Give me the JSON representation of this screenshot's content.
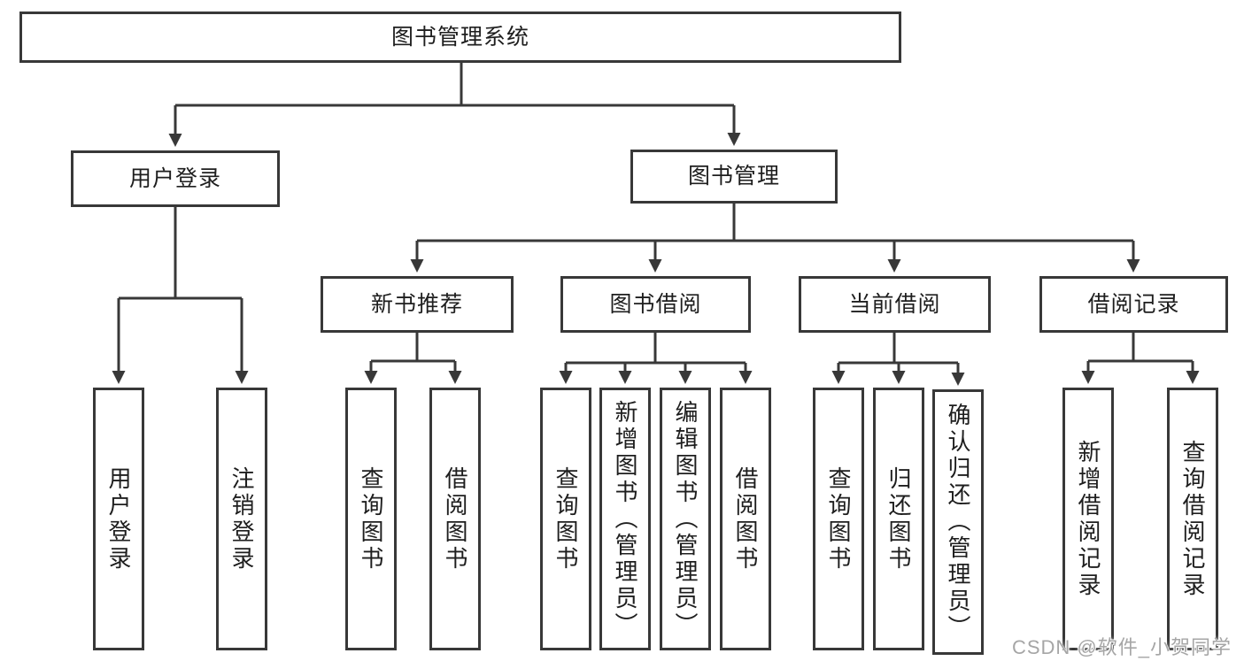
{
  "tree": {
    "root": {
      "label": "图书管理系统",
      "children": [
        {
          "label": "用户登录",
          "children": [
            {
              "label": "用户登录"
            },
            {
              "label": "注销登录"
            }
          ]
        },
        {
          "label": "图书管理",
          "children": [
            {
              "label": "新书推荐",
              "children": [
                {
                  "label": "查询图书"
                },
                {
                  "label": "借阅图书"
                }
              ]
            },
            {
              "label": "图书借阅",
              "children": [
                {
                  "label": "查询图书"
                },
                {
                  "label": "新增图书（管理员）"
                },
                {
                  "label": "编辑图书（管理员）"
                },
                {
                  "label": "借阅图书"
                }
              ]
            },
            {
              "label": "当前借阅",
              "children": [
                {
                  "label": "查询图书"
                },
                {
                  "label": "归还图书"
                },
                {
                  "label": "确认归还（管理员）"
                }
              ]
            },
            {
              "label": "借阅记录",
              "children": [
                {
                  "label": "新增借阅记录"
                },
                {
                  "label": "查询借阅记录"
                }
              ]
            }
          ]
        }
      ]
    }
  },
  "watermark": {
    "text": "CSDN @软件_小贺同学"
  },
  "colors": {
    "line": "#383838",
    "box_border": "#383838",
    "text": "#1e1e1e",
    "watermark": "#a6a6a6",
    "background": "#ffffff"
  }
}
